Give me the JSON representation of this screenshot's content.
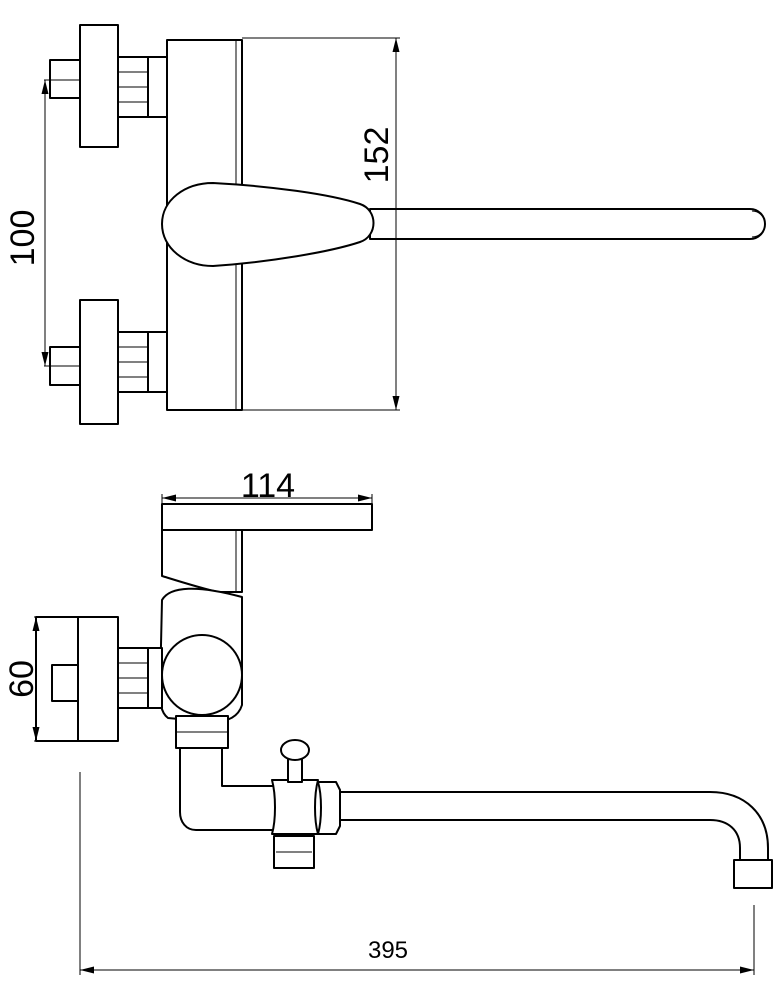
{
  "dimensions": {
    "valve_spacing": "100",
    "body_height": "152",
    "lever_length": "114",
    "depth": "60",
    "spout_reach": "395"
  }
}
